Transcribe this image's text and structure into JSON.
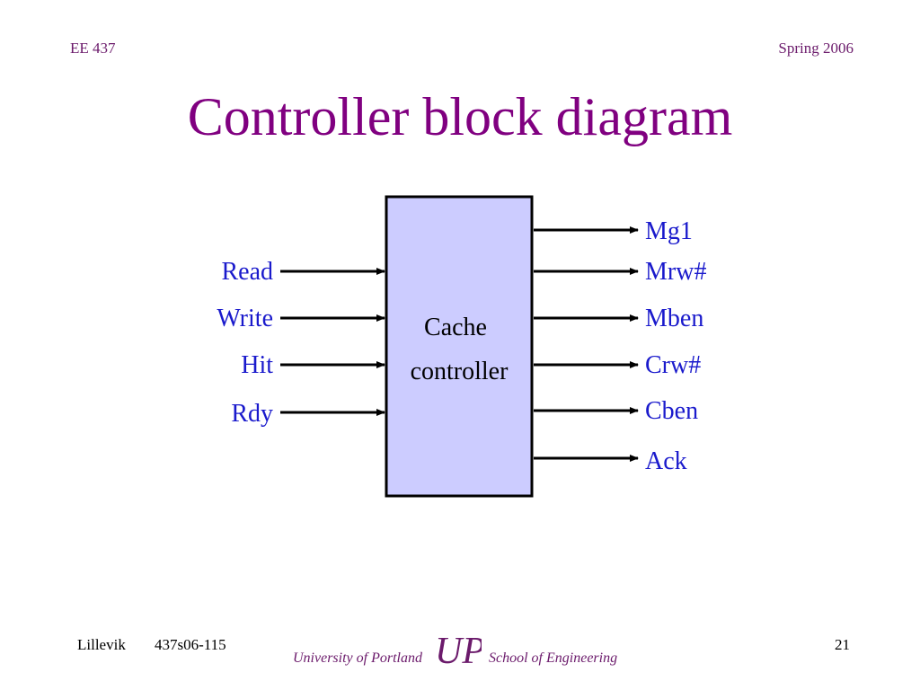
{
  "header": {
    "course": "EE 437",
    "term": "Spring 2006"
  },
  "title": "Controller block diagram",
  "diagram": {
    "box_label_line1": "Cache",
    "box_label_line2": "controller",
    "inputs": [
      "Read",
      "Write",
      "Hit",
      "Rdy"
    ],
    "outputs": [
      "Mg1",
      "Mrw#",
      "Mben",
      "Crw#",
      "Cben",
      "Ack"
    ]
  },
  "footer": {
    "author": "Lillevik",
    "code": "437s06-115",
    "page": "21",
    "university": "University of Portland",
    "school": "School of Engineering",
    "logo_letters": "UP"
  },
  "colors": {
    "title": "#800080",
    "header": "#6b1a6b",
    "signal_text": "#1a1acc",
    "box_fill": "#ccccff",
    "box_stroke": "#000000"
  }
}
